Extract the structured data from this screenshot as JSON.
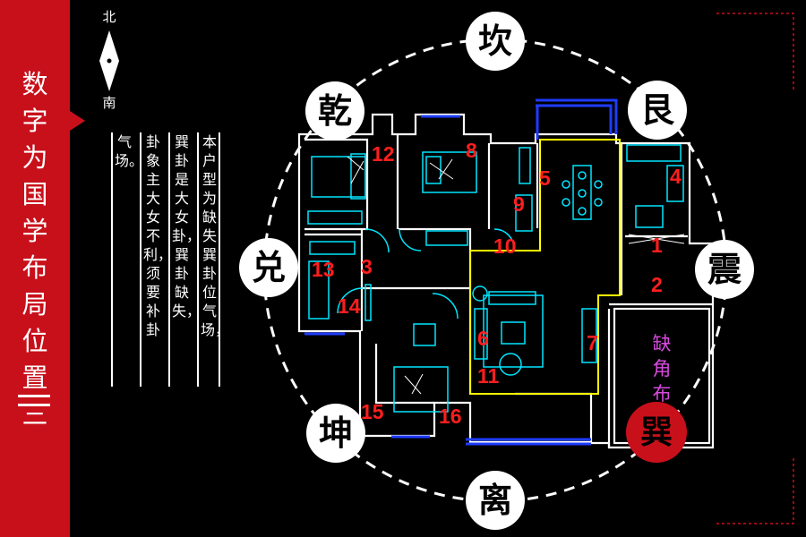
{
  "sidebar": {
    "title": "数字为国学布局位置三"
  },
  "compass": {
    "north": "北",
    "south": "南"
  },
  "description": {
    "columns": [
      "本户型为缺失巽卦位气场，",
      "巽卦是大女卦，巽卦缺失，",
      "卦象主大女不利，须要补卦",
      "气场。"
    ]
  },
  "trigrams": {
    "kan": "坎",
    "gen": "艮",
    "zhen": "震",
    "xun": "巽",
    "li": "离",
    "kun": "坤",
    "dui": "兑",
    "qian": "乾"
  },
  "room_numbers": [
    "1",
    "2",
    "3",
    "4",
    "5",
    "6",
    "7",
    "8",
    "9",
    "10",
    "11",
    "12",
    "13",
    "14",
    "15",
    "16"
  ],
  "missing_area": {
    "label": "缺角布"
  },
  "colors": {
    "sidebar_red": "#c8101b",
    "wall_white": "#ffffff",
    "window_blue": "#1e3cff",
    "boundary_yellow": "#ffff00",
    "furniture_cyan": "#00e5ff",
    "number_red": "#ff1e1e",
    "label_purple": "#d84ae0"
  }
}
